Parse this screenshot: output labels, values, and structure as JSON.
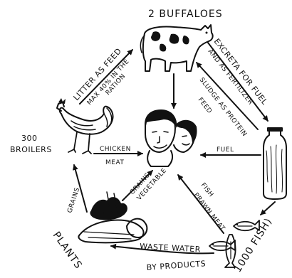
{
  "nodes": {
    "buffaloes": "2 BUFFALOES",
    "broilers_count": "300",
    "broilers": "BROILERS",
    "plants": "PLANTS",
    "fish": "1000 FISH)"
  },
  "flows": {
    "litter_feed": "LITTER AS FEED",
    "ration_line1": "MAX 40% IN THE",
    "ration_line2": "RATION",
    "excreta_line1": "EXCRETA FOR FUEL",
    "excreta_line2": "AND AS FERTILIZER",
    "sludge_line1": "SLUDGE AS PROTEIN",
    "sludge_line2": "FEED",
    "chicken_line1": "CHICKEN",
    "chicken_line2": "MEAT",
    "fuel": "FUEL",
    "grains_vegetable_line1": "GRAINS",
    "grains_vegetable_line2": "VEGETABLE",
    "grains": "GRAINS",
    "fish_prawn_line1": "FISH",
    "fish_prawn_line2": "PRAWN MEAT",
    "waste_water": "WASTE WATER",
    "by_products": "BY PRODUCTS"
  }
}
